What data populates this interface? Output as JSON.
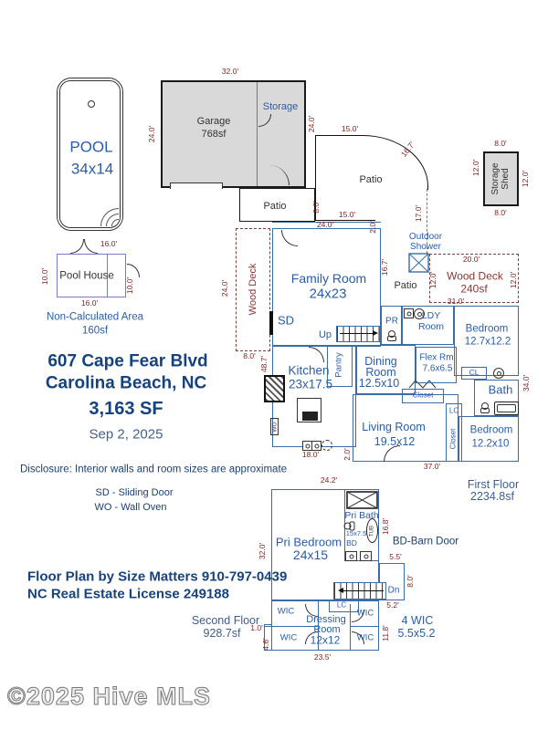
{
  "info": {
    "address1": "607 Cape Fear Blvd",
    "address2": "Carolina Beach, NC",
    "total_sf": "3,163 SF",
    "date": "Sep 2, 2025",
    "disclosure": "Disclosure: Interior walls and room sizes are approximate",
    "legend_sd": "SD - Sliding Door",
    "legend_wo": "WO - Wall Oven",
    "legend_bd": "BD-Barn Door",
    "legend_wic_line1": "4 WIC",
    "legend_wic_line2": "5.5x5.2",
    "firm_line1": "Floor Plan by Size Matters 910-797-0439",
    "firm_line2": "NC Real Estate License 249188",
    "copyright": "©2025 Hive MLS",
    "first_floor_label": "First Floor",
    "first_floor_sf": "2234.8sf",
    "second_floor_label": "Second Floor",
    "second_floor_sf": "928.7sf",
    "non_calc_label": "Non-Calculated Area",
    "non_calc_sf": "160sf"
  },
  "colors": {
    "room_label": "#2a5da8",
    "dim_label": "#7d1f1f",
    "wall_blue": "#3a6ca5",
    "wall_black": "#1a1a1a",
    "deck_outline": "#7b4040",
    "heading": "#17427c",
    "gray_fill": "#d9d9d9"
  },
  "outdoor": {
    "pool_line1": "POOL",
    "pool_line2": "34x14",
    "pool_house": "Pool House",
    "pool_house_dim_top": "16.0'",
    "pool_house_dim_bottom": "16.0'",
    "pool_house_dim_left": "10.0'",
    "pool_house_dim_right": "10.0'",
    "garage_line1": "Garage",
    "garage_line2": "768sf",
    "garage_storage": "Storage",
    "garage_dim_top": "32.0'",
    "garage_dim_left": "24.0'",
    "garage_dim_right": "24.0'",
    "shed_line1": "Storage",
    "shed_line2": "Shed",
    "shed_dim_top": "8.0'",
    "shed_dim_bottom": "8.0'",
    "shed_dim_left": "12.0'",
    "shed_dim_right": "12.0'",
    "patio_small": "Patio",
    "patio_large": "Patio",
    "patio_side": "Patio",
    "patio_dim_top": "15.0'",
    "patio_dim_curve": "16.7'",
    "patio_dim_left": "8.0'",
    "patio_dim_bottom": "15.0'",
    "patio_dim_right": "17.0'",
    "deck_left_label": "Wood Deck",
    "deck_left_dim_side": "24.0'",
    "deck_left_dim_bottom": "8.0'",
    "deck_right_label": "Wood Deck",
    "deck_right_sf": "240sf",
    "deck_right_dim_top": "20.0'",
    "deck_right_dim_left": "12.0'",
    "deck_right_dim_right": "12.0'",
    "shower_line1": "Outdoor",
    "shower_line2": "Shower"
  },
  "floor1": {
    "family_name": "Family Room",
    "family_size": "24x23",
    "kitchen_name": "Kitchen",
    "kitchen_size": "23x17.5",
    "dining_line1": "Dining",
    "dining_line2": "Room",
    "dining_size": "12.5x10",
    "living_name": "Living Room",
    "living_size": "19.5x12",
    "flex_name": "Flex Rm",
    "flex_size": "7.6x6.5",
    "ldy_line1": "LDY",
    "ldy_line2": "Room",
    "pr": "PR",
    "sd": "SD",
    "up": "Up",
    "pantry": "Pantry",
    "wo": "WO",
    "bed1_name": "Bedroom",
    "bed1_size": "12.7x12.2",
    "bed2_name": "Bedroom",
    "bed2_size": "12.2x10",
    "bath": "Bath",
    "cl": "CL",
    "closet_h": "Closet",
    "closet_v": "Closet",
    "lc": "LC",
    "dim_top": "24.0'",
    "dim_top_offset": "2.0'",
    "dim_left": "48.7'",
    "dim_family_right": "16.7'",
    "dim_kitchen_bottom": "18.0'",
    "dim_step": "2.0'",
    "dim_bottom": "37.0'",
    "dim_right": "34.0'",
    "dim_bed_top": "31.0'"
  },
  "floor2": {
    "pri_bed_name": "Pri Bedroom",
    "pri_bed_size": "24x15",
    "pri_bath_name": "Pri Bath",
    "pri_bath_size": "15x7.5",
    "bd": "BD",
    "tub": "TUB",
    "dn": "Dn",
    "lc": "LC",
    "wic": "WIC",
    "dressing_line1": "Dressing",
    "dressing_line2": "Room",
    "dressing_size": "12x12",
    "dim_top": "24.2'",
    "dim_left": "32.0'",
    "dim_bath_right": "16.8'",
    "dim_wing_top": "5.5'",
    "dim_wing_right": "8.0'",
    "dim_stairs": "5.2'",
    "dim_lower_right": "11.8'",
    "dim_notch_w": "1.0'",
    "dim_notch_h": "4.6'",
    "dim_bottom": "23.5'"
  }
}
